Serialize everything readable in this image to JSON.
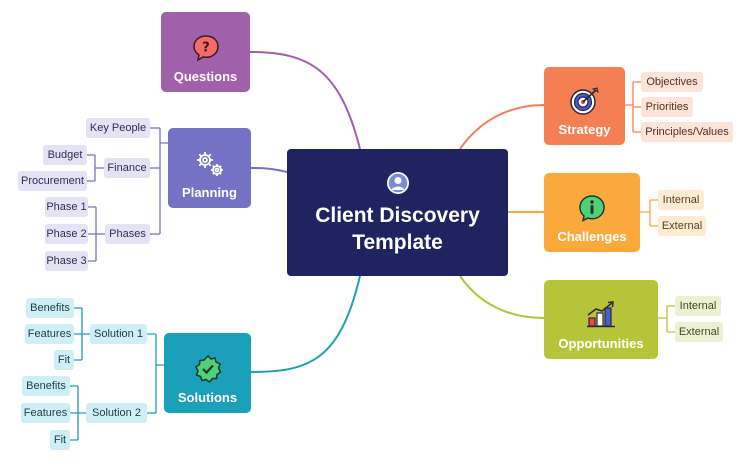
{
  "center": {
    "title": "Client Discovery Template"
  },
  "branches": {
    "questions": {
      "label": "Questions",
      "color": "#a160aa"
    },
    "planning": {
      "label": "Planning",
      "color": "#7472c5"
    },
    "solutions": {
      "label": "Solutions",
      "color": "#1aa0b9"
    },
    "strategy": {
      "label": "Strategy",
      "color": "#f47f52",
      "children": [
        "Objectives",
        "Priorities",
        "Principles/Values"
      ]
    },
    "challenges": {
      "label": "Challenges",
      "color": "#fba93a",
      "children": [
        "Internal",
        "External"
      ]
    },
    "opportunities": {
      "label": "Opportunities",
      "color": "#b7c43a",
      "children": [
        "Internal",
        "External"
      ]
    }
  },
  "planning_children": {
    "key_people": "Key People",
    "finance": {
      "label": "Finance",
      "children": [
        "Budget",
        "Procurement"
      ]
    },
    "phases": {
      "label": "Phases",
      "children": [
        "Phase 1",
        "Phase 2",
        "Phase 3"
      ]
    }
  },
  "solutions_children": {
    "solution1": {
      "label": "Solution 1",
      "children": [
        "Benefits",
        "Features",
        "Fit"
      ]
    },
    "solution2": {
      "label": "Solution 2",
      "children": [
        "Benefits",
        "Features",
        "Fit"
      ]
    }
  }
}
